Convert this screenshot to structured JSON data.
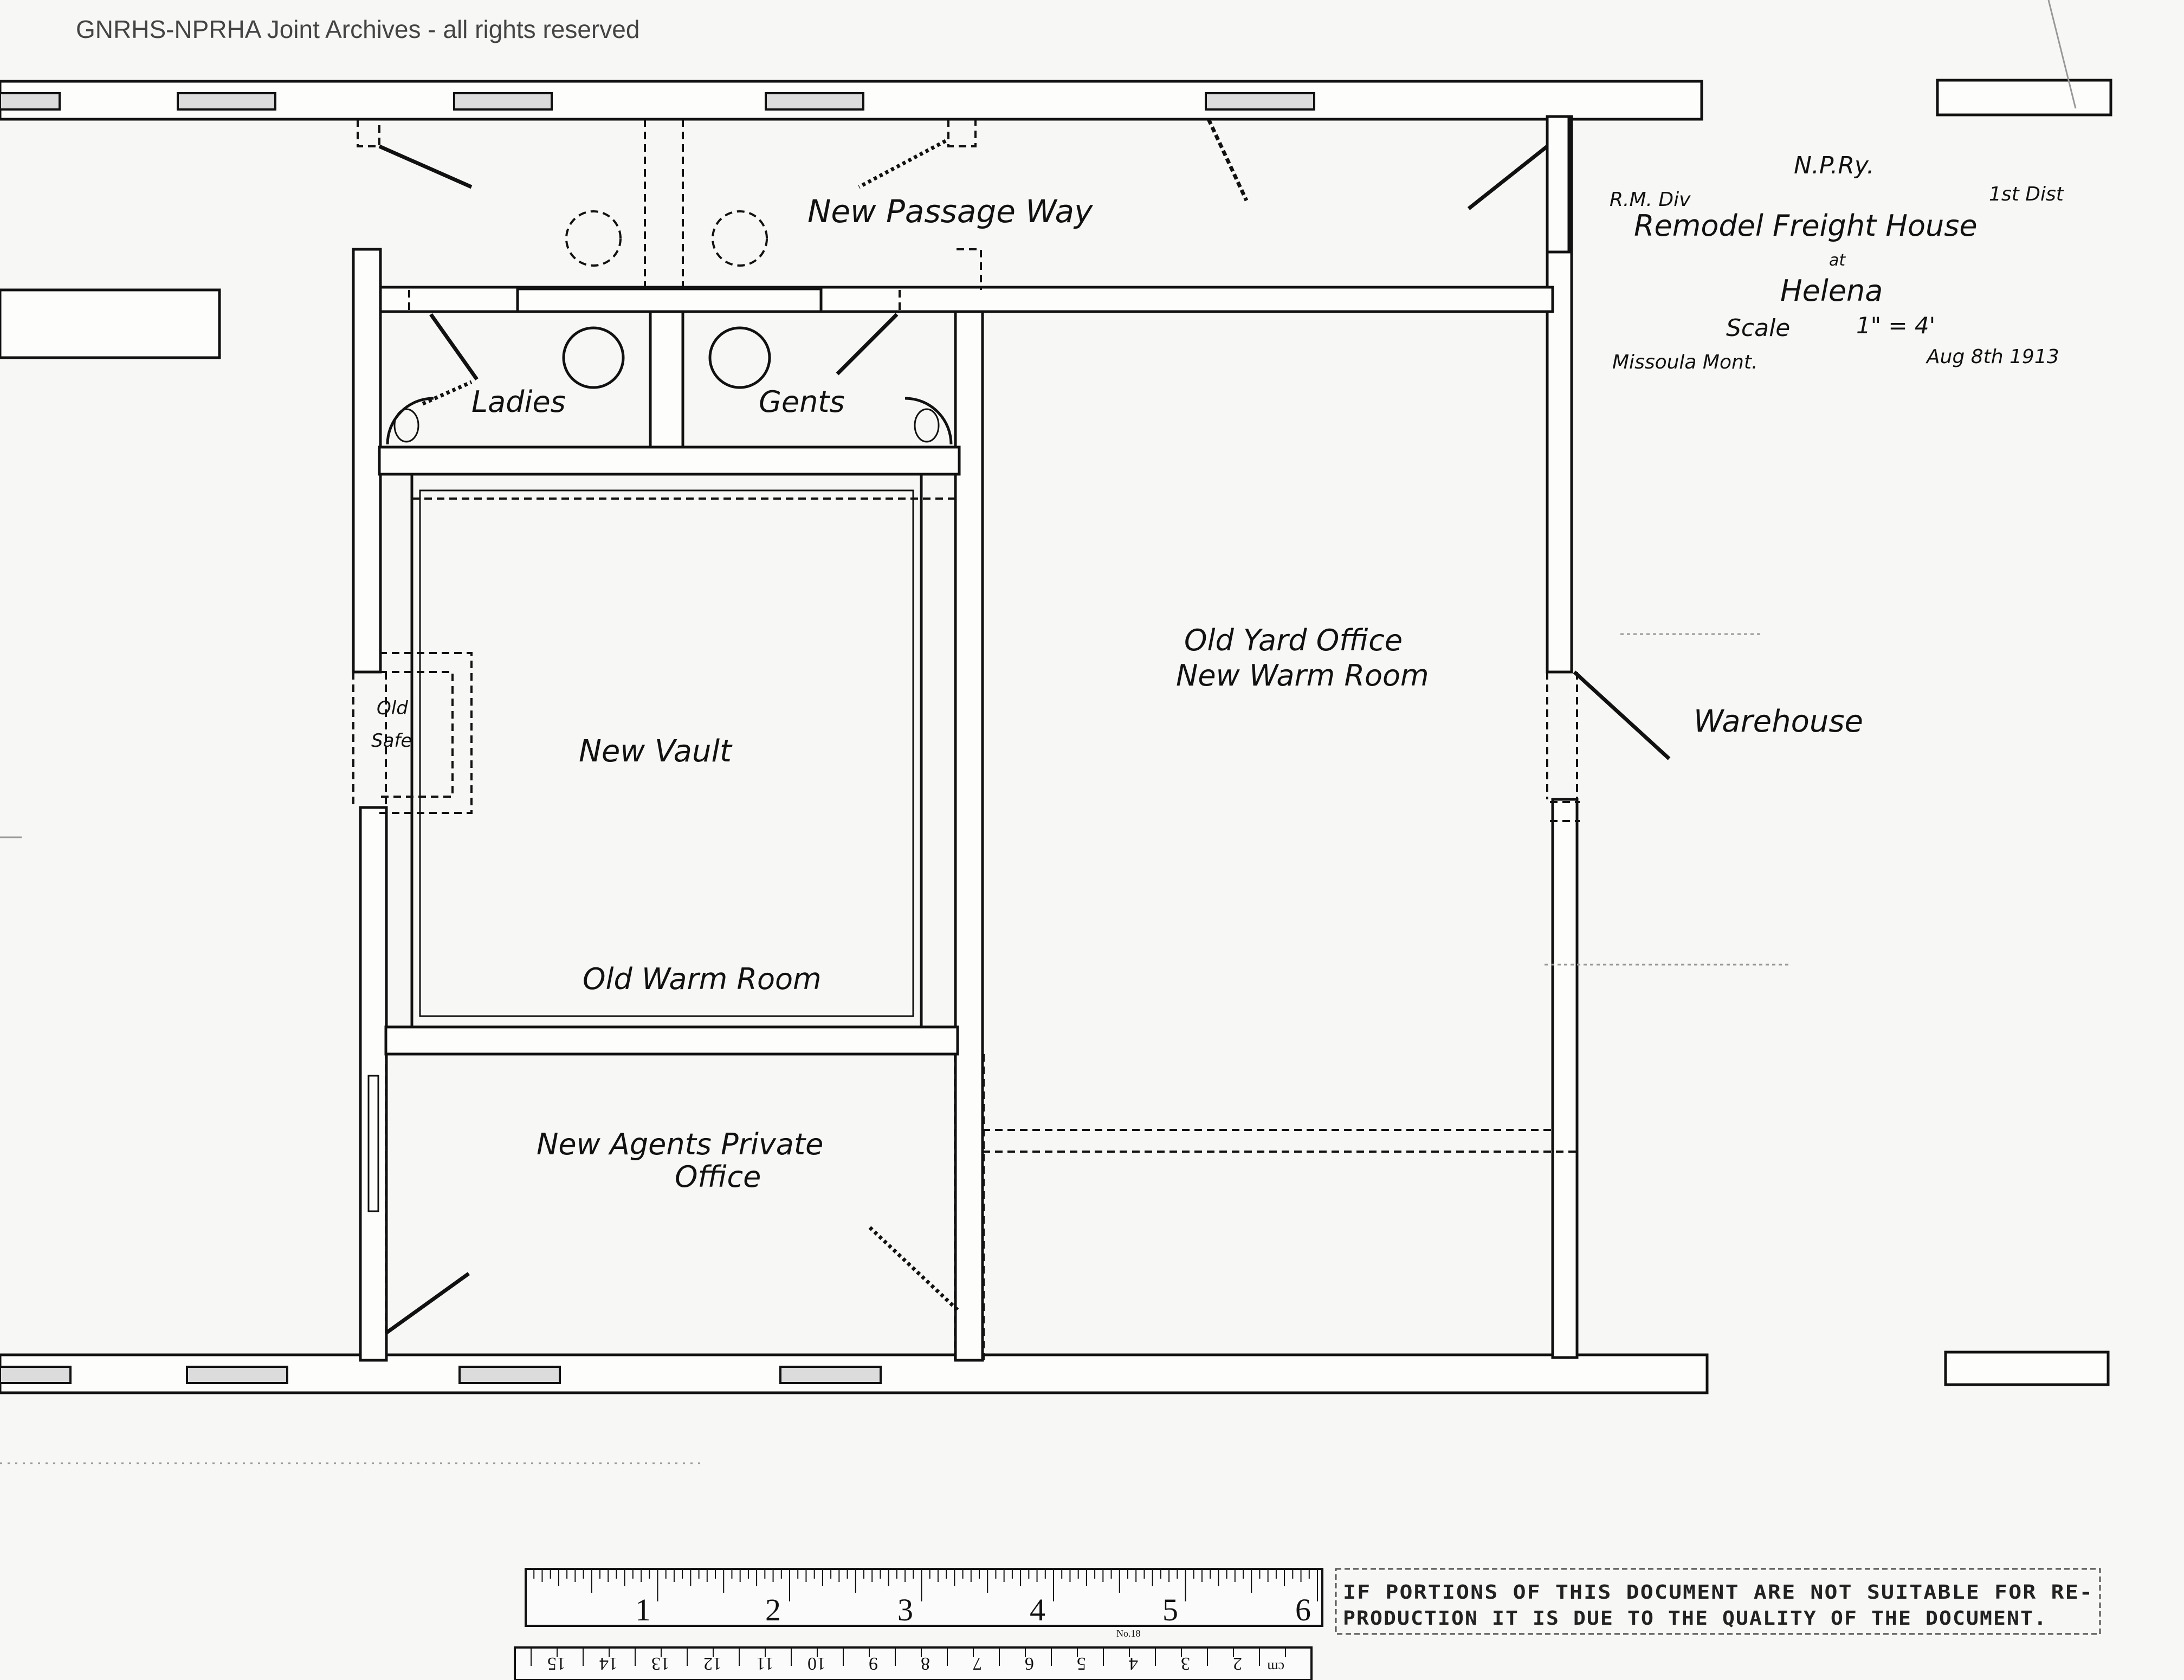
{
  "watermark": "GNRHS-NPRHA Joint Archives - all rights reserved",
  "title_block": {
    "railway": "N.P.Ry.",
    "division": "R.M. Div",
    "district": "1st Dist",
    "title": "Remodel Freight House",
    "at": "at",
    "place": "Helena",
    "scale_label": "Scale",
    "scale_value": "1\" = 4'",
    "office": "Missoula Mont.",
    "date": "Aug 8th 1913"
  },
  "rooms": {
    "passage": "New Passage Way",
    "ladies": "Ladies",
    "gents": "Gents",
    "old_yard_office": "Old Yard Office",
    "new_warm_room": "New Warm Room",
    "warehouse": "Warehouse",
    "old_safe_1": "Old",
    "old_safe_2": "Safe",
    "new_vault": "New Vault",
    "old_warm_room": "Old Warm Room",
    "agents_office_1": "New Agents Private",
    "agents_office_2": "Office"
  },
  "ruler": {
    "inches": [
      "1",
      "2",
      "3",
      "4",
      "5",
      "6"
    ],
    "cm_label": "cm",
    "cm": [
      "2",
      "3",
      "4",
      "5",
      "6",
      "7",
      "8",
      "9",
      "10",
      "11",
      "12",
      "13",
      "14",
      "15"
    ],
    "model": "No.18"
  },
  "notice": {
    "line1": "IF PORTIONS OF THIS DOCUMENT ARE NOT SUITABLE FOR RE-",
    "line2": "PRODUCTION IT IS DUE TO THE QUALITY OF THE DOCUMENT."
  }
}
